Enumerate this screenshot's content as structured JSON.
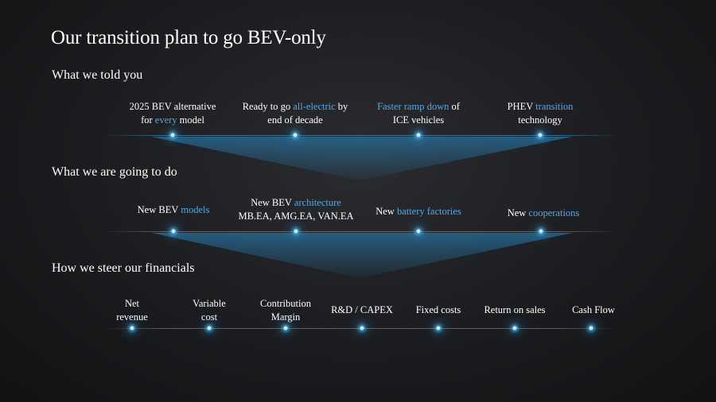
{
  "title": "Our transition plan to go BEV-only",
  "sections": [
    {
      "heading": "What we told you",
      "items": [
        {
          "parts": [
            {
              "text": "2025 BEV alternative",
              "highlight": false
            },
            {
              "text": "\n",
              "highlight": false
            },
            {
              "text": "for ",
              "highlight": false
            },
            {
              "text": "every",
              "highlight": true
            },
            {
              "text": " model",
              "highlight": false
            }
          ]
        },
        {
          "parts": [
            {
              "text": "Ready to go ",
              "highlight": false
            },
            {
              "text": "all-electric",
              "highlight": true
            },
            {
              "text": " by",
              "highlight": false
            },
            {
              "text": "\n",
              "highlight": false
            },
            {
              "text": "end of decade",
              "highlight": false
            }
          ]
        },
        {
          "parts": [
            {
              "text": "Faster ramp down",
              "highlight": true
            },
            {
              "text": " of",
              "highlight": false
            },
            {
              "text": "\n",
              "highlight": false
            },
            {
              "text": "ICE vehicles",
              "highlight": false
            }
          ]
        },
        {
          "parts": [
            {
              "text": "PHEV ",
              "highlight": false
            },
            {
              "text": "transition",
              "highlight": true
            },
            {
              "text": "\n",
              "highlight": false
            },
            {
              "text": "technology",
              "highlight": false
            }
          ]
        }
      ]
    },
    {
      "heading": "What we are going to do",
      "items": [
        {
          "parts": [
            {
              "text": "New BEV ",
              "highlight": false
            },
            {
              "text": "models",
              "highlight": true
            }
          ]
        },
        {
          "parts": [
            {
              "text": "New BEV ",
              "highlight": false
            },
            {
              "text": "architecture",
              "highlight": true
            },
            {
              "text": "\n",
              "highlight": false
            },
            {
              "text": "MB.EA, AMG.EA, VAN.EA",
              "highlight": false
            }
          ]
        },
        {
          "parts": [
            {
              "text": "New ",
              "highlight": false
            },
            {
              "text": "battery factories",
              "highlight": true
            }
          ]
        },
        {
          "parts": [
            {
              "text": "New ",
              "highlight": false
            },
            {
              "text": "cooperations",
              "highlight": true
            }
          ]
        }
      ]
    },
    {
      "heading": "How we steer our financials",
      "items": [
        {
          "parts": [
            {
              "text": "Net",
              "highlight": false
            },
            {
              "text": "\n",
              "highlight": false
            },
            {
              "text": "revenue",
              "highlight": false
            }
          ]
        },
        {
          "parts": [
            {
              "text": "Variable",
              "highlight": false
            },
            {
              "text": "\n",
              "highlight": false
            },
            {
              "text": "cost",
              "highlight": false
            }
          ]
        },
        {
          "parts": [
            {
              "text": "Contribution",
              "highlight": false
            },
            {
              "text": "\n",
              "highlight": false
            },
            {
              "text": "Margin",
              "highlight": false
            }
          ]
        },
        {
          "parts": [
            {
              "text": "R&D / CAPEX",
              "highlight": false
            }
          ]
        },
        {
          "parts": [
            {
              "text": "Fixed costs",
              "highlight": false
            }
          ]
        },
        {
          "parts": [
            {
              "text": "Return on sales",
              "highlight": false
            }
          ]
        },
        {
          "parts": [
            {
              "text": "Cash Flow",
              "highlight": false
            }
          ]
        }
      ]
    }
  ],
  "colors": {
    "highlight": "#58a7e0",
    "glow": "#5ac8ff"
  }
}
